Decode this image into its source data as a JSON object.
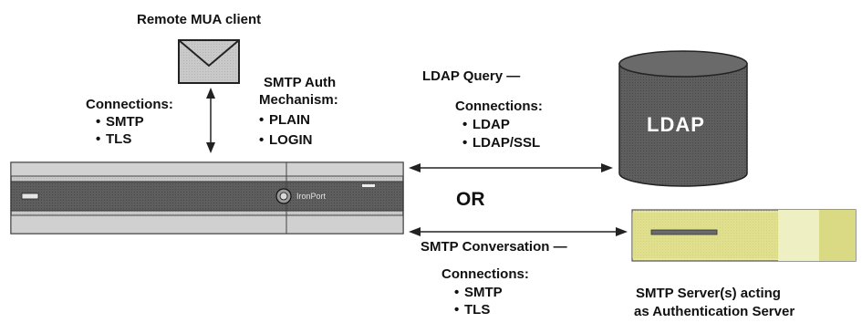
{
  "mua": {
    "title": "Remote MUA client",
    "connections_label": "Connections:",
    "connections": [
      "SMTP",
      "TLS"
    ]
  },
  "smtp_auth": {
    "title_line1": "SMTP Auth",
    "title_line2": "Mechanism:",
    "mechanisms": [
      "PLAIN",
      "LOGIN"
    ]
  },
  "appliance": {
    "brand": "IronPort"
  },
  "ldap_path": {
    "query_label": "LDAP Query —",
    "connections_label": "Connections:",
    "connections": [
      "LDAP",
      "LDAP/SSL"
    ],
    "server_label": "LDAP"
  },
  "separator": "OR",
  "smtp_path": {
    "conversation_label": "SMTP Conversation —",
    "connections_label": "Connections:",
    "connections": [
      "SMTP",
      "TLS"
    ],
    "server_line1": "SMTP Server(s) acting",
    "server_line2": "as Authentication Server"
  },
  "colors": {
    "appliance_body": "#c8c8c8",
    "appliance_band": "#7c7c7c",
    "ldap_cylinder": "#555555",
    "smtp_server": "#dede88"
  },
  "icons": [
    "envelope-icon",
    "database-icon",
    "server-icon",
    "appliance-icon"
  ]
}
